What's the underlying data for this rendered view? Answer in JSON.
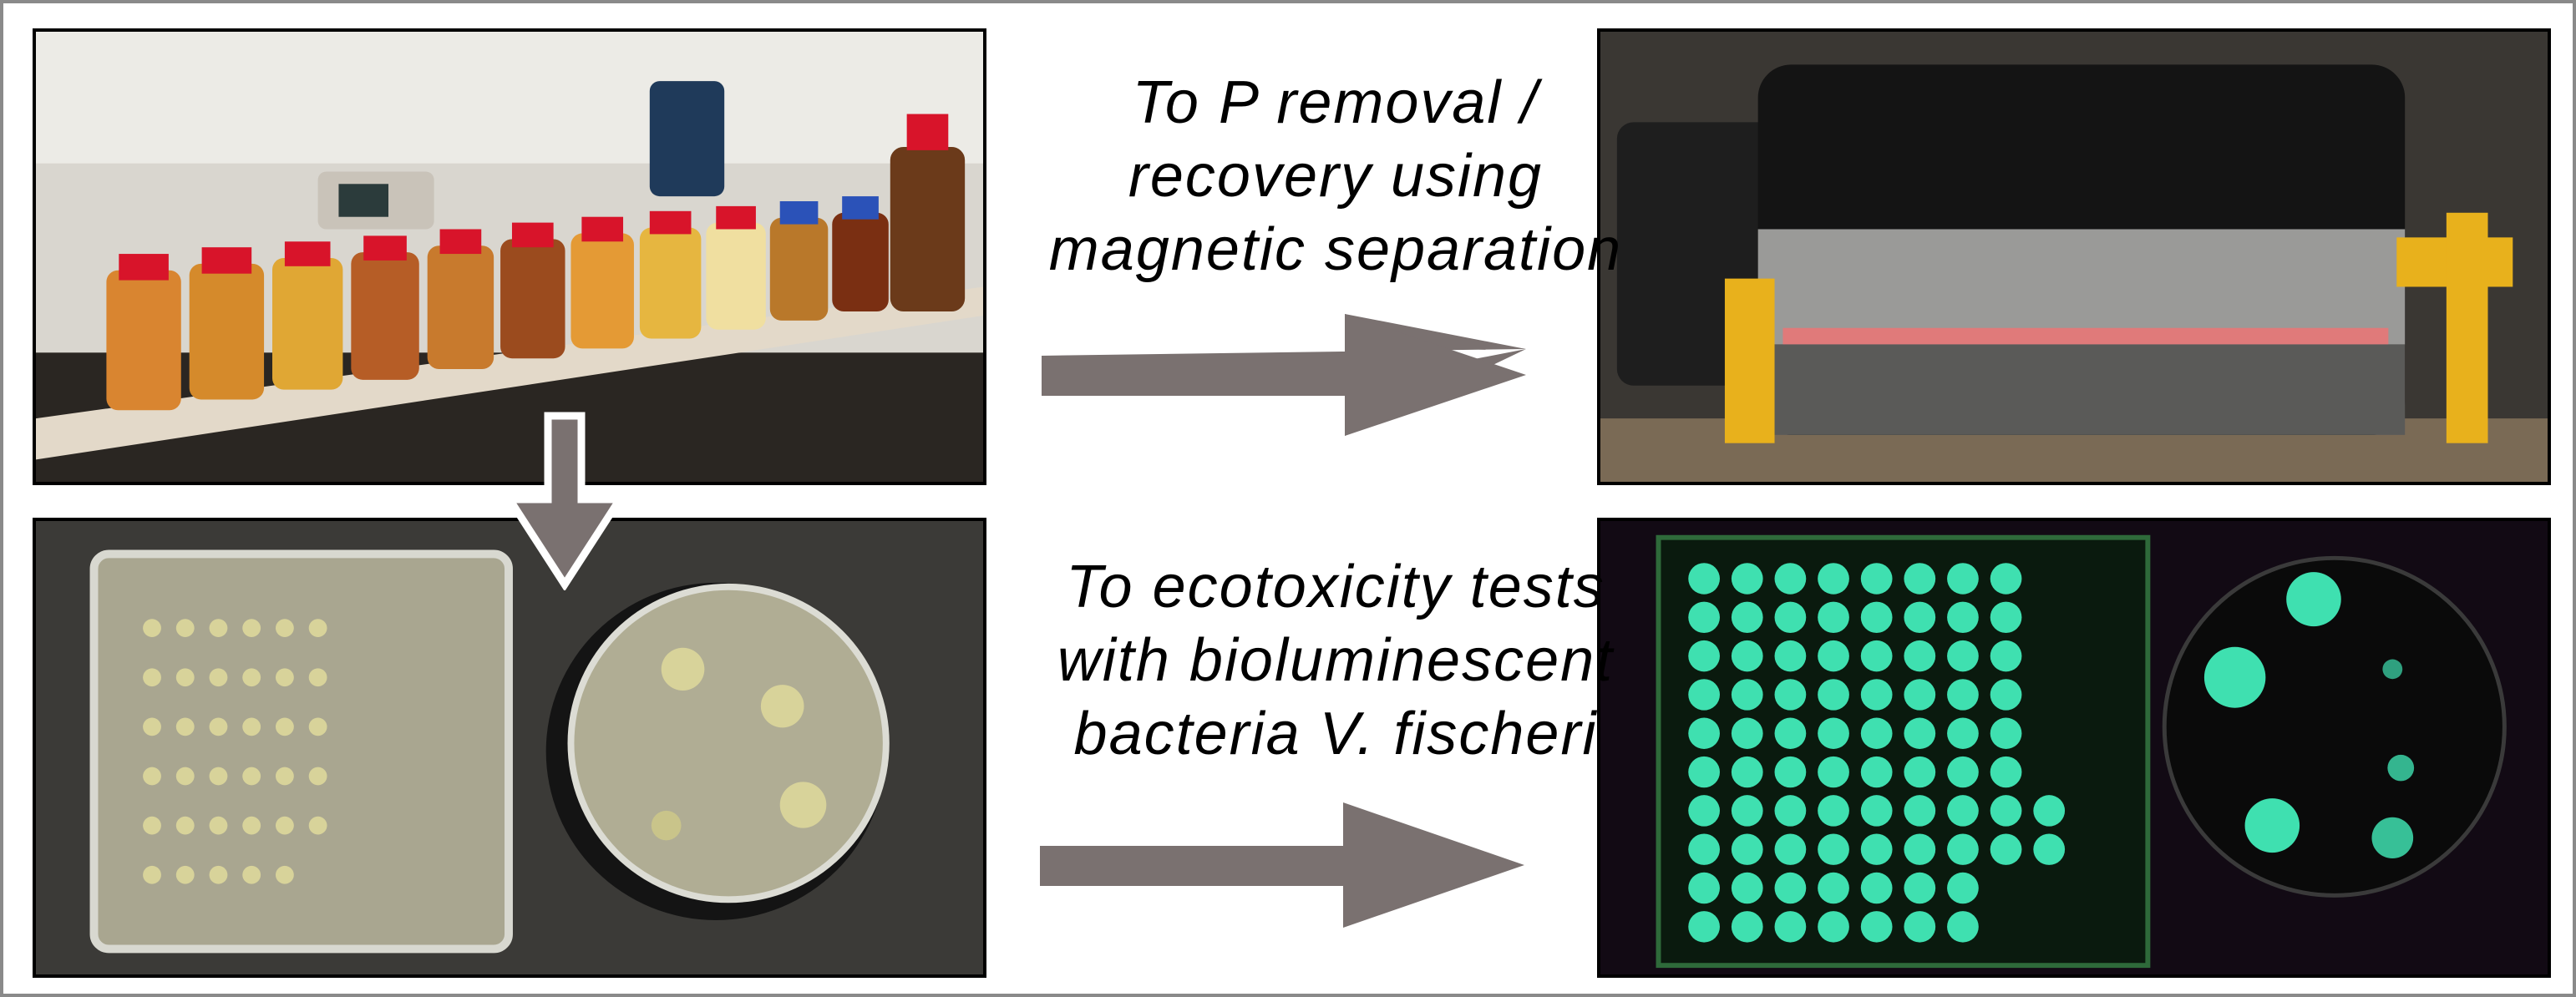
{
  "captions": {
    "top": [
      "To P removal /",
      "recovery using",
      "magnetic separation"
    ],
    "bottom": [
      "To ecotoxicity tests",
      "with bioluminescent",
      "bacteria V. fischeri"
    ]
  },
  "colors": {
    "arrow": "#7a7170",
    "glow": "#3fe0b0",
    "border": "#000000"
  }
}
